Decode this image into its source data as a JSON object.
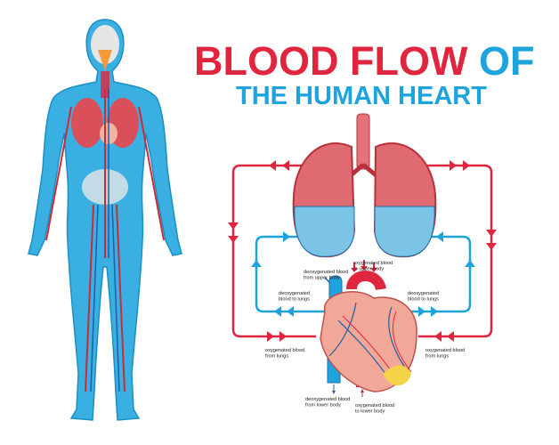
{
  "title": {
    "line1_main": "BLOOD FLOW ",
    "line1_accent": "OF",
    "line2": "THE HUMAN HEART"
  },
  "colors": {
    "oxygenated": "#e0263f",
    "deoxygenated": "#1ea3dc",
    "body": "#3ab0e2"
  },
  "labels": {
    "oxy_upper": [
      "oxygenated blood",
      "to upper body"
    ],
    "deoxy_upper": [
      "deoxygenated blood",
      "from upper body"
    ],
    "deoxy_lungs_left": [
      "deoxygenated",
      "blood to lungs"
    ],
    "deoxy_lungs_right": [
      "deoxygenated",
      "blood to lungs"
    ],
    "oxy_from_lungs_left": [
      "oxygenated blood",
      "from lungs"
    ],
    "oxy_from_lungs_right": [
      "oxygenated blood",
      "from lungs"
    ],
    "deoxy_lower": [
      "deoxygenated blood",
      "from lower body"
    ],
    "oxy_lower": [
      "oxygenated blood",
      "to lower body"
    ]
  }
}
